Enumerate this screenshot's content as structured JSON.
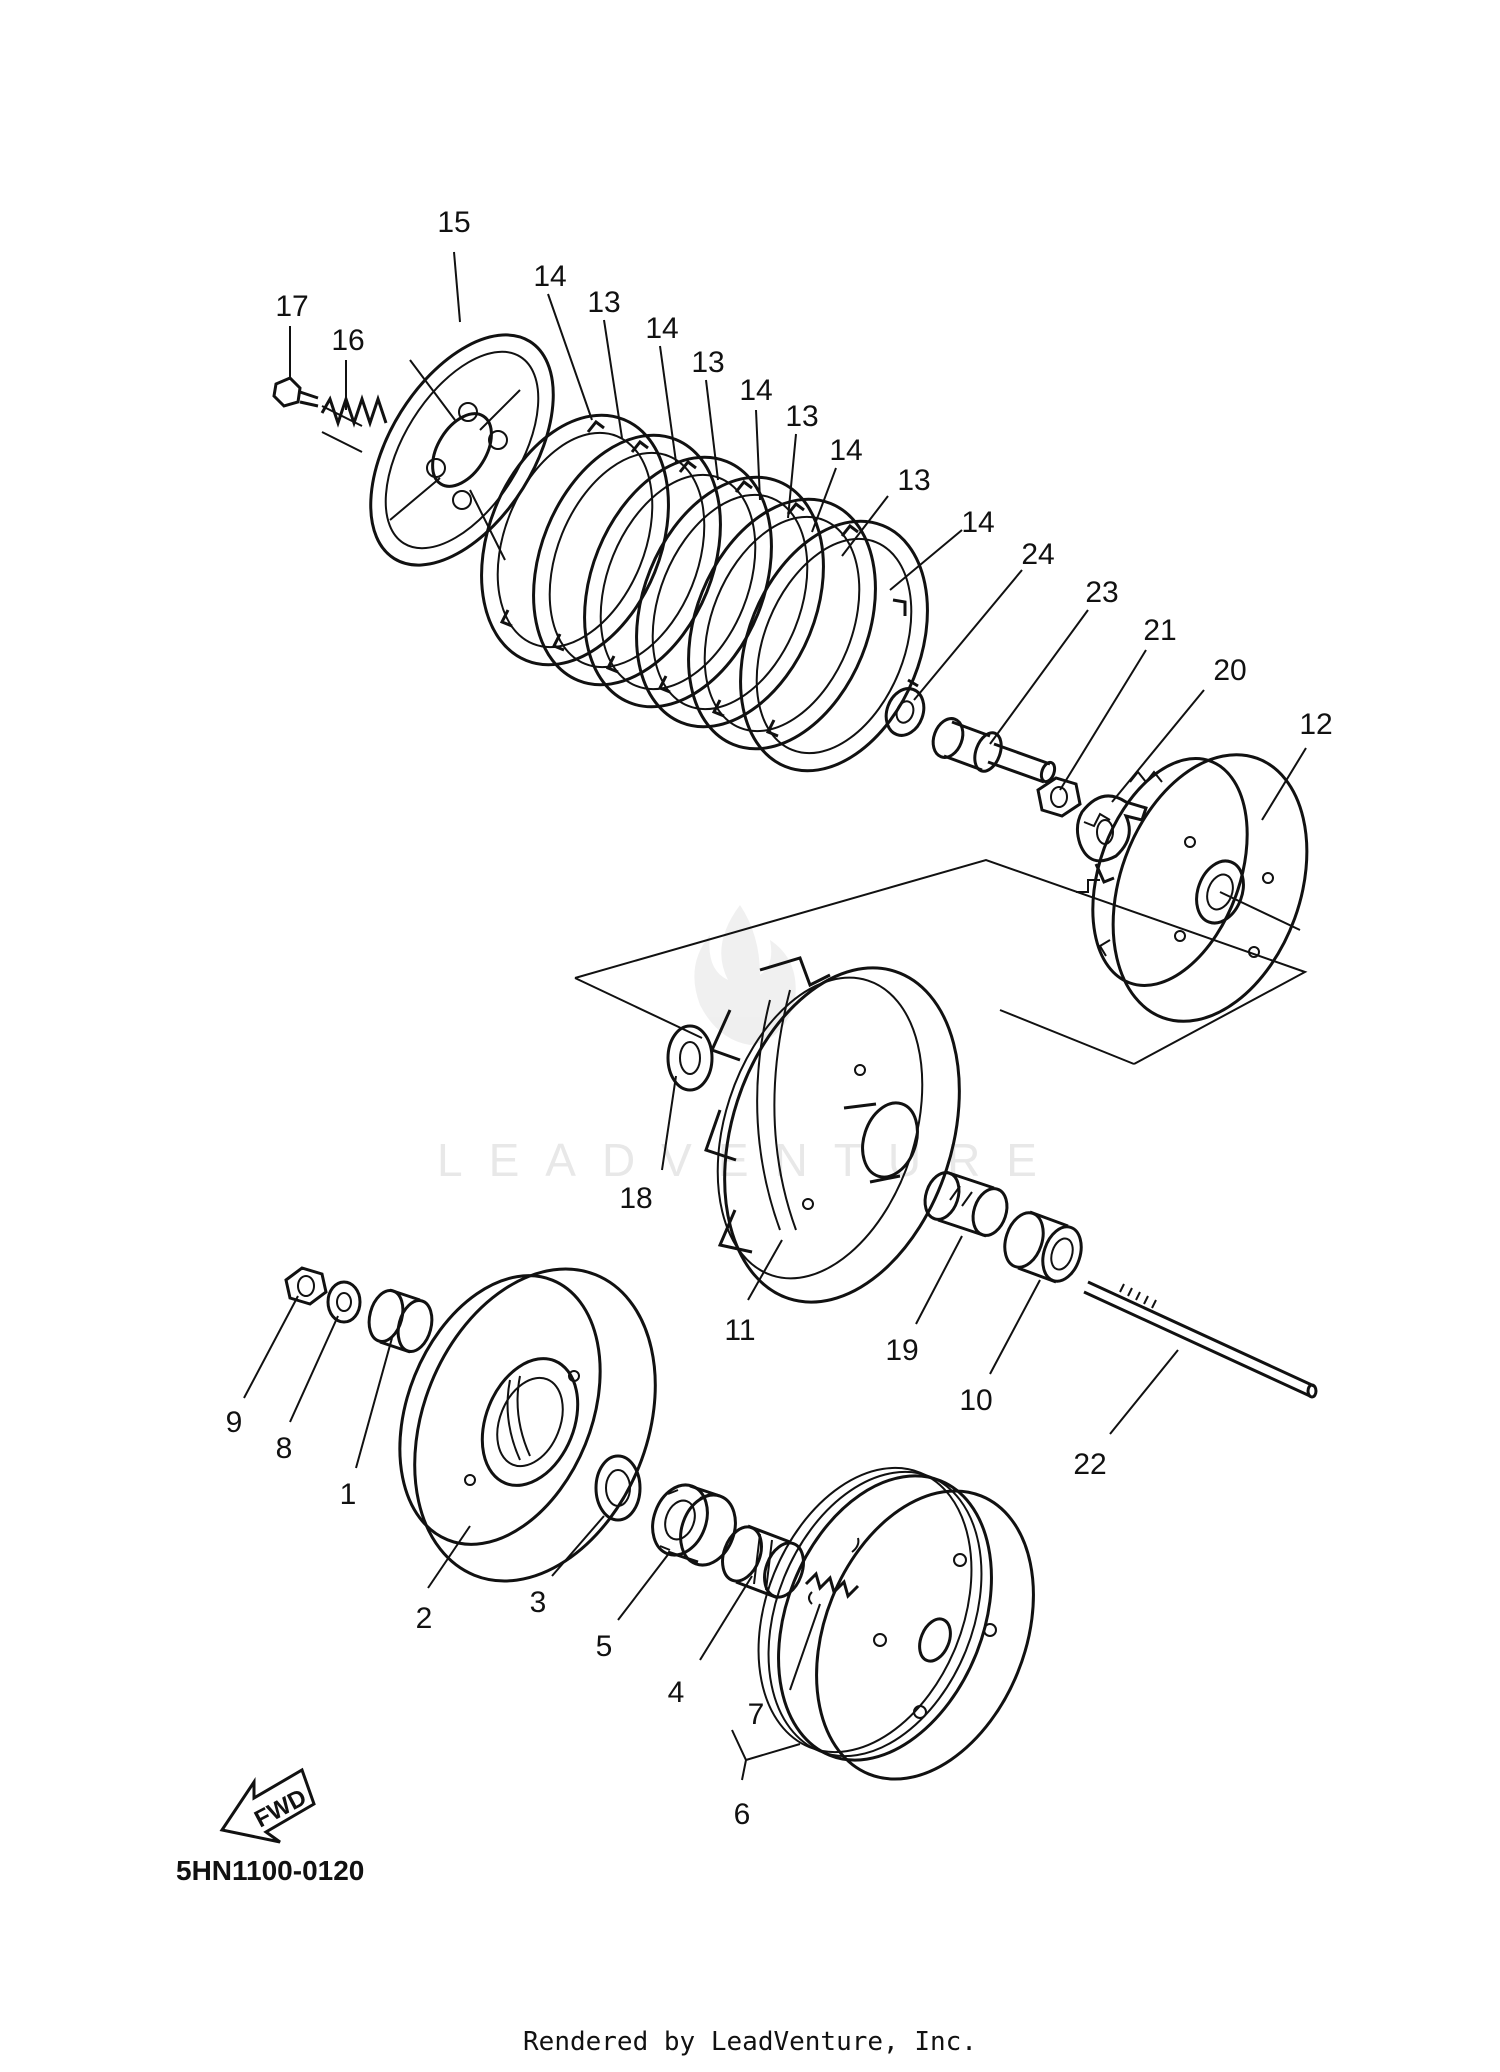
{
  "diagram": {
    "part_code": "5HN1100-0120",
    "credit": "Rendered by LeadVenture, Inc.",
    "watermark": "LEADVENTURE",
    "fwd_label": "FWD",
    "labels": [
      {
        "id": "15",
        "text": "15"
      },
      {
        "id": "17",
        "text": "17"
      },
      {
        "id": "16",
        "text": "16"
      },
      {
        "id": "14a",
        "text": "14"
      },
      {
        "id": "13a",
        "text": "13"
      },
      {
        "id": "14b",
        "text": "14"
      },
      {
        "id": "13b",
        "text": "13"
      },
      {
        "id": "14c",
        "text": "14"
      },
      {
        "id": "13c",
        "text": "13"
      },
      {
        "id": "14d",
        "text": "14"
      },
      {
        "id": "13d",
        "text": "13"
      },
      {
        "id": "14e",
        "text": "14"
      },
      {
        "id": "24",
        "text": "24"
      },
      {
        "id": "23",
        "text": "23"
      },
      {
        "id": "21",
        "text": "21"
      },
      {
        "id": "20",
        "text": "20"
      },
      {
        "id": "12",
        "text": "12"
      },
      {
        "id": "18",
        "text": "18"
      },
      {
        "id": "11",
        "text": "11"
      },
      {
        "id": "19",
        "text": "19"
      },
      {
        "id": "10",
        "text": "10"
      },
      {
        "id": "22",
        "text": "22"
      },
      {
        "id": "9",
        "text": "9"
      },
      {
        "id": "8",
        "text": "8"
      },
      {
        "id": "1",
        "text": "1"
      },
      {
        "id": "2",
        "text": "2"
      },
      {
        "id": "3",
        "text": "3"
      },
      {
        "id": "5",
        "text": "5"
      },
      {
        "id": "4",
        "text": "4"
      },
      {
        "id": "7",
        "text": "7"
      },
      {
        "id": "6",
        "text": "6"
      }
    ]
  }
}
